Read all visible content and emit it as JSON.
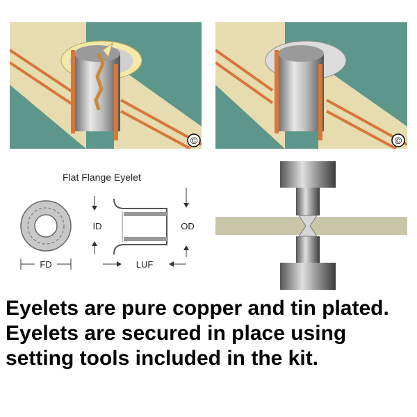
{
  "colors": {
    "board": "#5d968b",
    "layer": "#e6dcaf",
    "copper": "#d9763a",
    "metal_light": "#e6e6e6",
    "metal_dark": "#6f6f6f",
    "plating": "#f4e9a6"
  },
  "panels": {
    "cracked": {
      "copyright": "©"
    },
    "intact": {
      "copyright": "©"
    },
    "schematic": {
      "title": "Flat Flange Eyelet",
      "labels": {
        "id": "ID",
        "od": "OD",
        "fd": "FD",
        "luf": "LUF"
      }
    },
    "setting_tool": {}
  },
  "caption": "Eyelets are pure copper and tin plated. Eyelets are secured in place using setting tools included in the kit."
}
